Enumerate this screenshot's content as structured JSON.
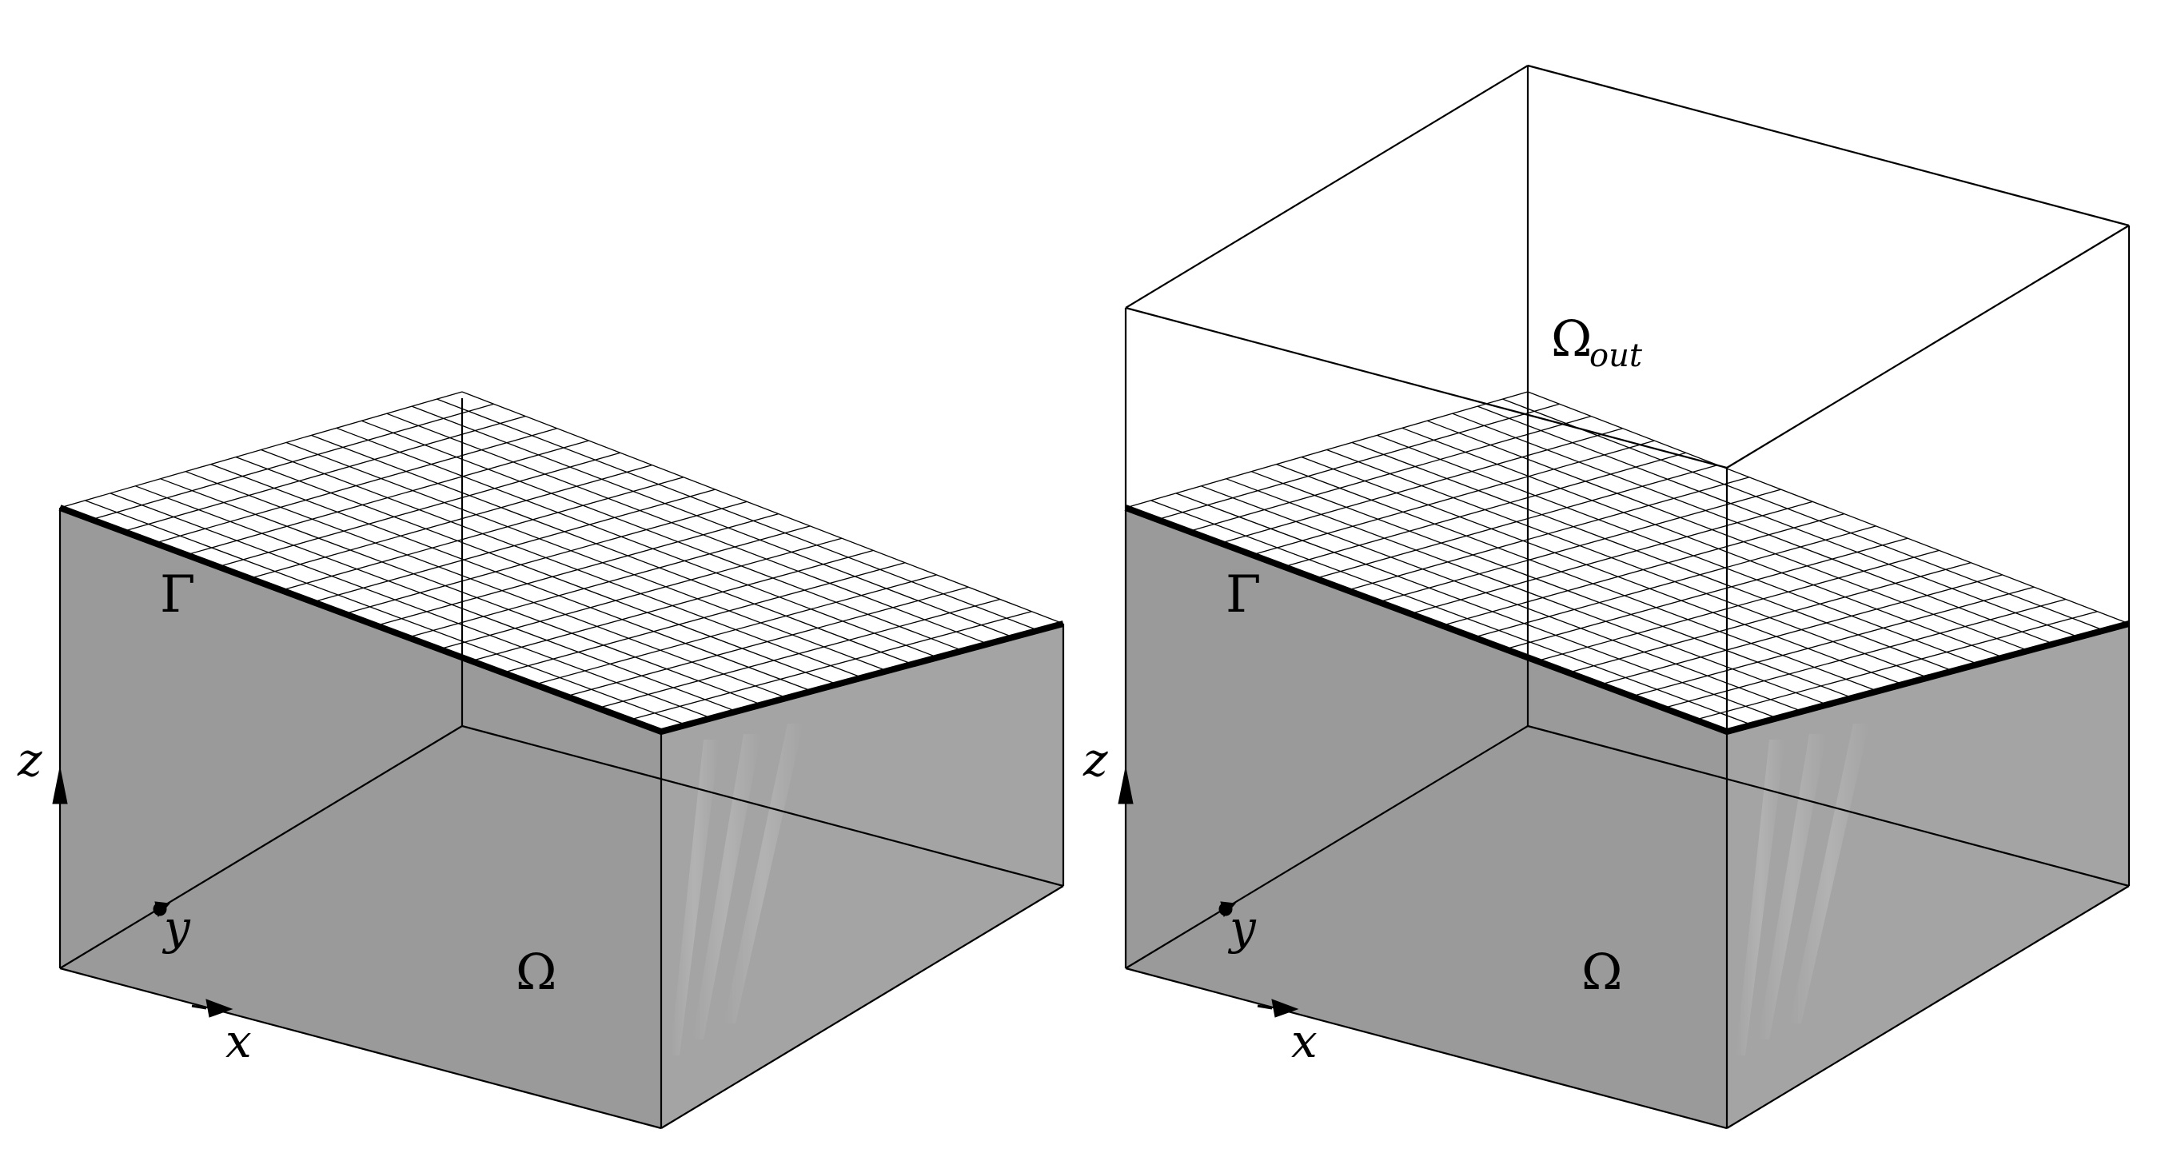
{
  "left_panel": {
    "surface_label": "Γ",
    "domain_label": "Ω",
    "axis_labels": {
      "x": "x",
      "y": "y",
      "z": "z"
    },
    "mesh": {
      "cols": 19,
      "rows": 16
    }
  },
  "right_panel": {
    "surface_label": "Γ",
    "domain_label": "Ω",
    "outer_label_base": "Ω",
    "outer_label_sub": "out",
    "axis_labels": {
      "x": "x",
      "y": "y",
      "z": "z"
    },
    "mesh": {
      "cols": 19,
      "rows": 16
    }
  },
  "colors": {
    "box_fill": "#9a9a9a",
    "front_face_fill": "#a4a4a4",
    "edge": "#000000",
    "background": "#ffffff"
  }
}
